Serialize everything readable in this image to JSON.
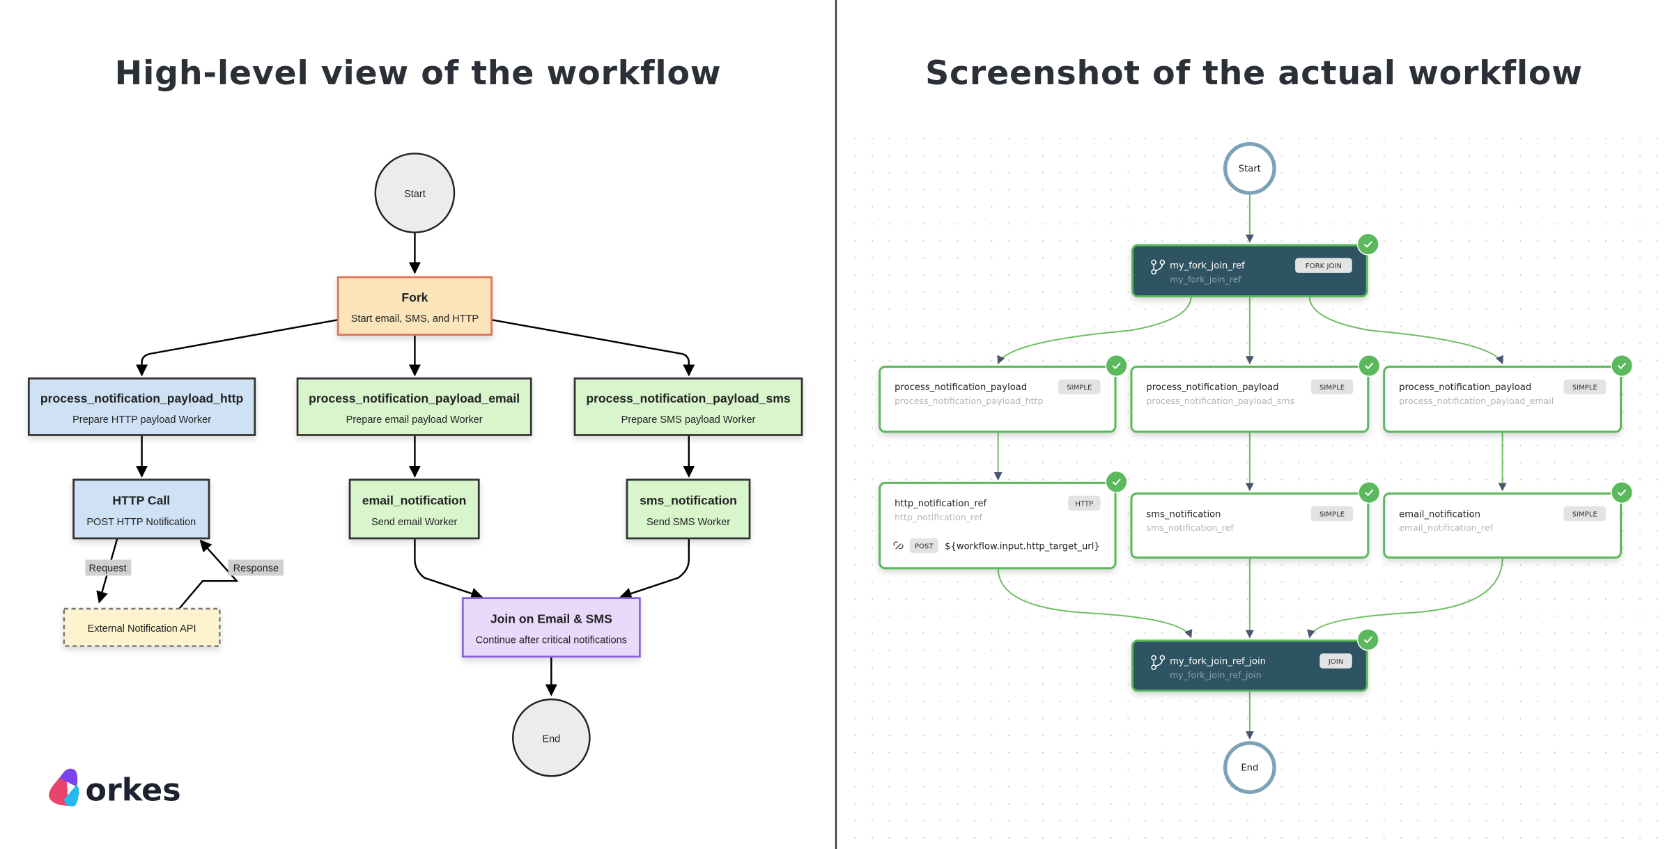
{
  "titles": {
    "left": "High-level view of the workflow",
    "right": "Screenshot of the actual workflow"
  },
  "logo": {
    "text": "orkes"
  },
  "colors": {
    "fork_fill": "#fce4bb",
    "fork_stroke": "#e0735a",
    "http_fill": "#cfe2f5",
    "worker_fill": "#d8f5cc",
    "join_fill": "#ead9fb",
    "join_stroke": "#8a63d2",
    "external_fill": "#fdf3cf",
    "dark_node": "#2e5263",
    "success_green": "#5cb85c",
    "edge_green": "#6abf5e",
    "arrow_slate": "#4a5670",
    "terminal_ring": "#7ba3b5"
  },
  "left_diagram": {
    "start": "Start",
    "end": "End",
    "fork": {
      "title": "Fork",
      "subtitle": "Start email, SMS, and HTTP"
    },
    "payload_http": {
      "title": "process_notification_payload_http",
      "subtitle": "Prepare HTTP payload Worker"
    },
    "payload_email": {
      "title": "process_notification_payload_email",
      "subtitle": "Prepare email payload Worker"
    },
    "payload_sms": {
      "title": "process_notification_payload_sms",
      "subtitle": "Prepare SMS payload Worker"
    },
    "http_call": {
      "title": "HTTP Call",
      "subtitle": "POST HTTP Notification"
    },
    "email_notification": {
      "title": "email_notification",
      "subtitle": "Send email Worker"
    },
    "sms_notification": {
      "title": "sms_notification",
      "subtitle": "Send SMS Worker"
    },
    "external_api": {
      "title": "External Notification API"
    },
    "join": {
      "title": "Join on Email & SMS",
      "subtitle": "Continue after critical notifications"
    },
    "edge_labels": {
      "request": "Request",
      "response": "Response"
    }
  },
  "right_diagram": {
    "start": "Start",
    "end": "End",
    "fork": {
      "name": "my_fork_join_ref",
      "ref": "my_fork_join_ref",
      "type": "FORK JOIN",
      "status": "completed"
    },
    "payload_http": {
      "name": "process_notification_payload",
      "ref": "process_notification_payload_http",
      "type": "SIMPLE",
      "status": "completed"
    },
    "payload_sms": {
      "name": "process_notification_payload",
      "ref": "process_notification_payload_sms",
      "type": "SIMPLE",
      "status": "completed"
    },
    "payload_email": {
      "name": "process_notification_payload",
      "ref": "process_notification_payload_email",
      "type": "SIMPLE",
      "status": "completed"
    },
    "http_notification": {
      "name": "http_notification_ref",
      "ref": "http_notification_ref",
      "type": "HTTP",
      "method": "POST",
      "url": "${workflow.input.http_target_url}",
      "status": "completed"
    },
    "sms_notification": {
      "name": "sms_notification",
      "ref": "sms_notification_ref",
      "type": "SIMPLE",
      "status": "completed"
    },
    "email_notification": {
      "name": "email_notification",
      "ref": "email_notification_ref",
      "type": "SIMPLE",
      "status": "completed"
    },
    "join": {
      "name": "my_fork_join_ref_join",
      "ref": "my_fork_join_ref_join",
      "type": "JOIN",
      "status": "completed"
    }
  }
}
